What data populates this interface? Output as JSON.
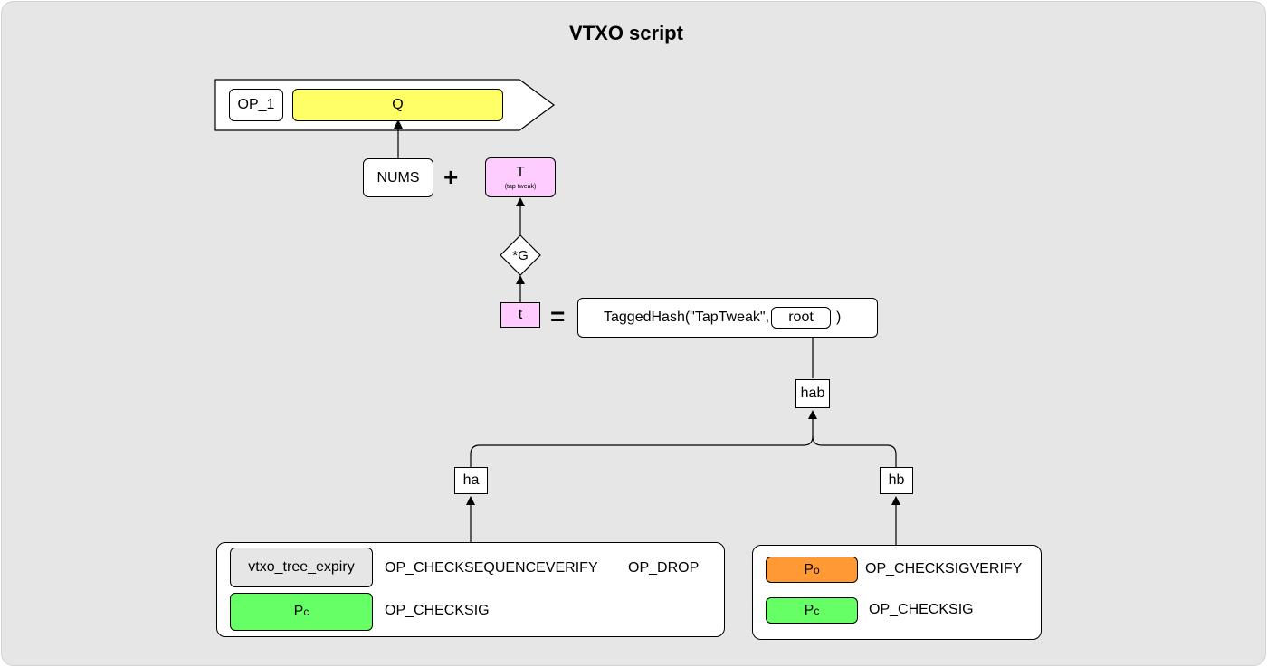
{
  "title": "VTXO script",
  "colors": {
    "canvas_bg": "#e6e6e6",
    "q_fill": "#ffff66",
    "tweak_fill": "#ffccff",
    "expiry_fill": "#e6e6e6",
    "pc_fill": "#66ff66",
    "po_fill": "#ff9933",
    "stroke": "#000000"
  },
  "output": {
    "op": "OP_1",
    "key": "Q"
  },
  "tweak_sum": {
    "base": "NUMS",
    "plus": "+",
    "tweak": "T",
    "tweak_note": "(tap tweak)",
    "mult": "*G"
  },
  "tagged_hash": {
    "scalar": "t",
    "equals": "=",
    "prefix": "TaggedHash(\"TapTweak\",",
    "arg": "root",
    "suffix": ")"
  },
  "tree": {
    "root_node": "hab",
    "left_node": "ha",
    "right_node": "hb"
  },
  "leaf_left": {
    "expiry": "vtxo_tree_expiry",
    "csv": "OP_CHECKSEQUENCEVERIFY",
    "drop": "OP_DROP",
    "key_main": "P",
    "key_sub": "c",
    "checksig": "OP_CHECKSIG"
  },
  "leaf_right": {
    "key1_main": "P",
    "key1_sub": "o",
    "checksigverify": "OP_CHECKSIGVERIFY",
    "key2_main": "P",
    "key2_sub": "c",
    "checksig": "OP_CHECKSIG"
  }
}
